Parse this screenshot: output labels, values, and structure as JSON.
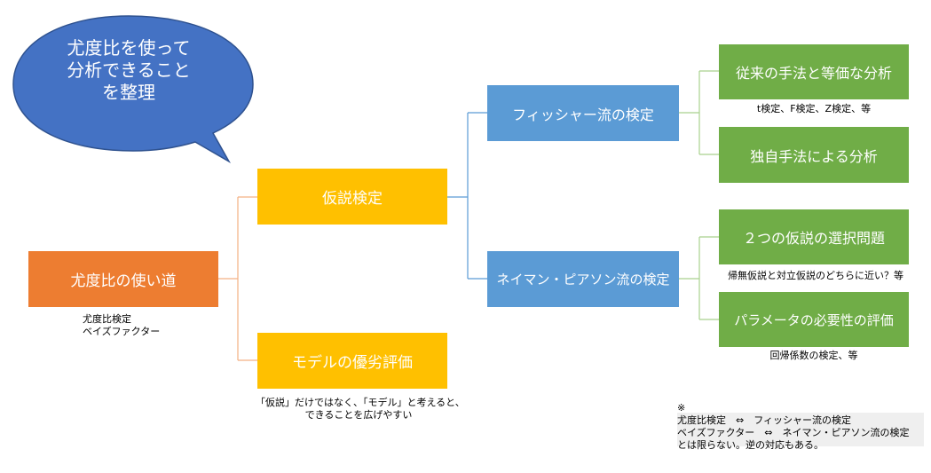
{
  "bubble": {
    "lines": [
      "尤度比を使って",
      "分析できること",
      "を整理"
    ],
    "color": "#4472C4"
  },
  "nodes": {
    "root": {
      "label": "尤度比の使い道",
      "color": "#ED7D31"
    },
    "hypothesis_test": {
      "label": "仮説検定",
      "color": "#FFC000"
    },
    "model_eval": {
      "label": "モデルの優劣評価",
      "color": "#FFC000"
    },
    "fisher": {
      "label": "フィッシャー流の検定",
      "color": "#5B9BD5"
    },
    "neyman": {
      "label": "ネイマン・ピアソン流の検定",
      "color": "#5B9BD5"
    },
    "equiv_analysis": {
      "label": "従来の手法と等価な分析",
      "color": "#70AD47"
    },
    "original_analysis": {
      "label": "独自手法による分析",
      "color": "#70AD47"
    },
    "two_hypotheses": {
      "label": "２つの仮説の選択問題",
      "color": "#70AD47"
    },
    "param_eval": {
      "label": "パラメータの必要性の評価",
      "color": "#70AD47"
    }
  },
  "notes": {
    "root": [
      "尤度比検定",
      "ベイズファクター"
    ],
    "model_eval": [
      "「仮説」だけではなく、「モデル」と考えると、",
      "できることを広げやすい"
    ],
    "equiv_analysis": "t検定、F検定、Z検定、等",
    "two_hypotheses": "帰無仮説と対立仮説のどちらに近い？等",
    "param_eval": "回帰係数の検定、等"
  },
  "footnote": {
    "lines": [
      "※",
      "尤度比検定　⇔　フィッシャー流の検定",
      "ベイズファクター　⇔　ネイマン・ピアソン流の検定",
      "とは限らない。逆の対応もある。"
    ]
  },
  "colors": {
    "connector_orange": "#F4B183",
    "connector_gold": "#FFD966",
    "connector_blue": "#5B9BD5",
    "connector_green": "#A9D18E"
  }
}
